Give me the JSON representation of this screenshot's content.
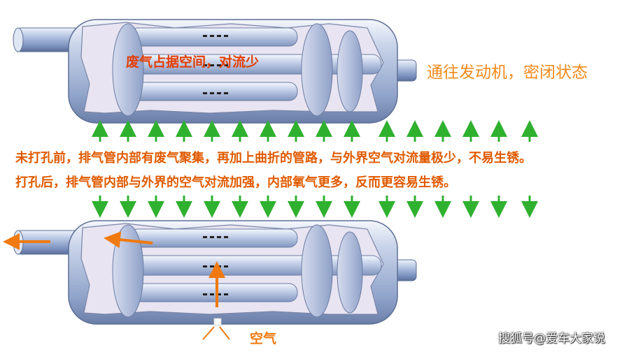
{
  "top_muffler": {
    "inside_label": "废气占据空间，对流少",
    "outlet_label": "通往发动机，密闭状态"
  },
  "explanation": {
    "line1": "未打孔前，排气管内部有废气聚集，再加上曲折的管路，与外界空气对流量极少，不易生锈。",
    "line2": "打孔后，排气管内部与外界的空气对流加强，内部氧气更多，反而更容易生锈。"
  },
  "bottom_muffler": {
    "air_label": "空气"
  },
  "watermark": "搜狐号@爱车大家说",
  "colors": {
    "accent_orange": "#f07a10",
    "arrow_green": "#2fb12f",
    "pipe_blue": "#8ea6cf"
  }
}
